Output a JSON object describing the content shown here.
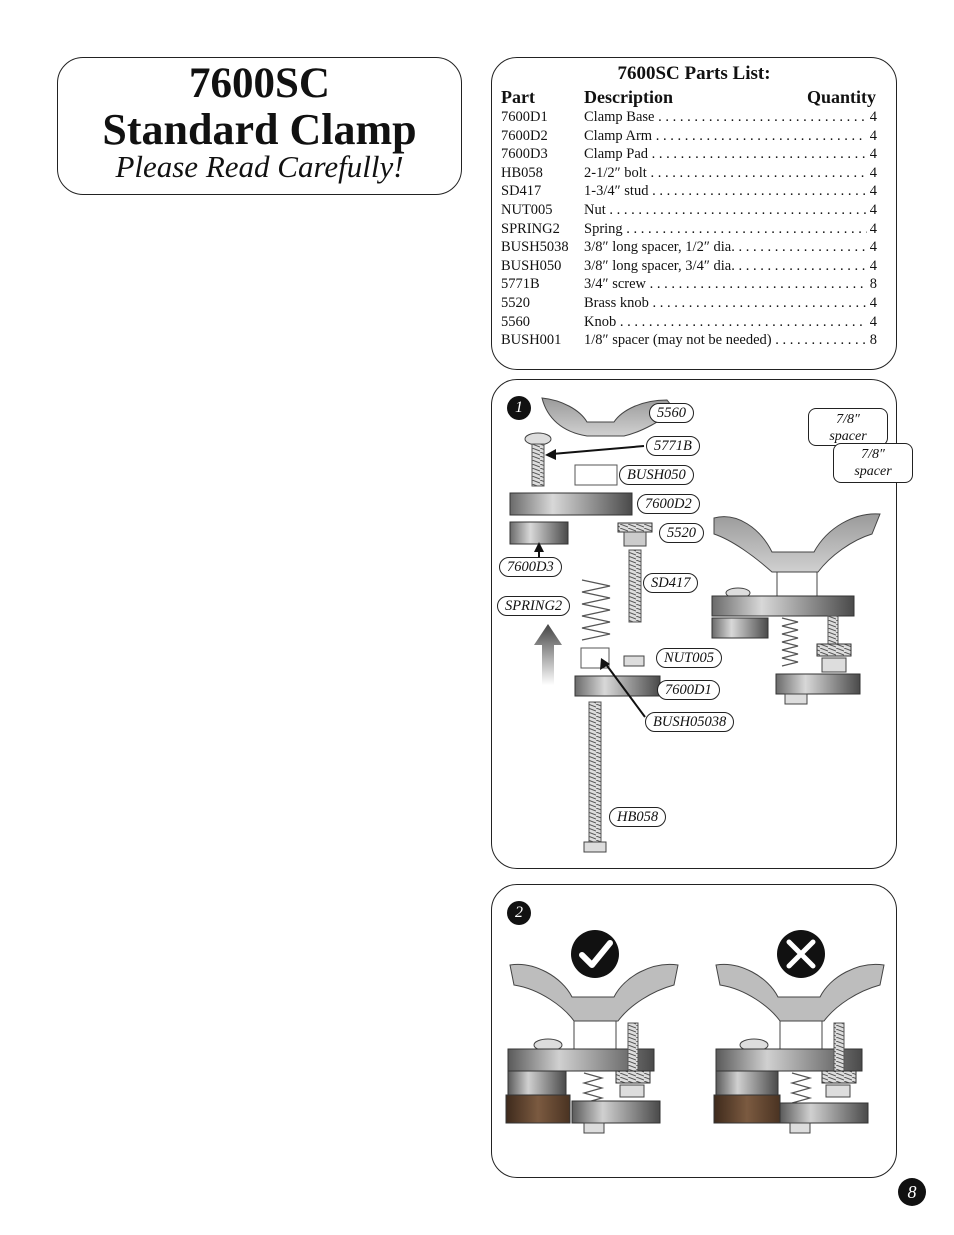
{
  "title": {
    "model": "7600SC",
    "name": "Standard Clamp",
    "subtitle": "Please Read Carefully!"
  },
  "parts_list": {
    "title": "7600SC Parts List:",
    "headers": {
      "part": "Part",
      "description": "Description",
      "quantity": "Quantity"
    },
    "rows": [
      {
        "part": "7600D1",
        "description": "Clamp Base",
        "quantity": "4"
      },
      {
        "part": "7600D2",
        "description": "Clamp Arm",
        "quantity": "4"
      },
      {
        "part": "7600D3",
        "description": "Clamp Pad",
        "quantity": "4"
      },
      {
        "part": "HB058",
        "description": "2-1/2″ bolt",
        "quantity": "4"
      },
      {
        "part": "SD417",
        "description": "1-3/4″ stud",
        "quantity": "4"
      },
      {
        "part": "NUT005",
        "description": "Nut",
        "quantity": "4"
      },
      {
        "part": "SPRING2",
        "description": "Spring",
        "quantity": "4"
      },
      {
        "part": "BUSH5038",
        "description": "3/8″ long spacer, 1/2″ dia.",
        "quantity": "4"
      },
      {
        "part": "BUSH050",
        "description": "3/8″ long spacer, 3/4″ dia.",
        "quantity": "4"
      },
      {
        "part": "5771B",
        "description": "3/4″ screw",
        "quantity": "8"
      },
      {
        "part": "5520",
        "description": "Brass knob",
        "quantity": "4"
      },
      {
        "part": "5560",
        "description": "Knob",
        "quantity": "4"
      },
      {
        "part": "BUSH001",
        "description": "1/8″ spacer (may not be needed)",
        "quantity": "8"
      }
    ]
  },
  "figure1": {
    "step": "1",
    "callouts": {
      "knob": "5560",
      "screw": "5771B",
      "spacer_large": "BUSH050",
      "clamp_arm": "7600D2",
      "brass_knob": "5520",
      "clamp_pad": "7600D3",
      "stud": "SD417",
      "spring": "SPRING2",
      "nut": "NUT005",
      "clamp_base": "7600D1",
      "spacer_small": "BUSH05038",
      "bolt": "HB058"
    },
    "spacer_notes": [
      {
        "line1": "7/8″",
        "line2": "spacer"
      },
      {
        "line1": "7/8″",
        "line2": "spacer"
      }
    ]
  },
  "figure2": {
    "step": "2",
    "correct_icon": "check-icon",
    "incorrect_icon": "x-icon"
  },
  "page_number": "8",
  "colors": {
    "ink": "#111111",
    "metal_dark": "#555555",
    "metal_light": "#bdbdbd",
    "wood": "#6b4a32"
  }
}
